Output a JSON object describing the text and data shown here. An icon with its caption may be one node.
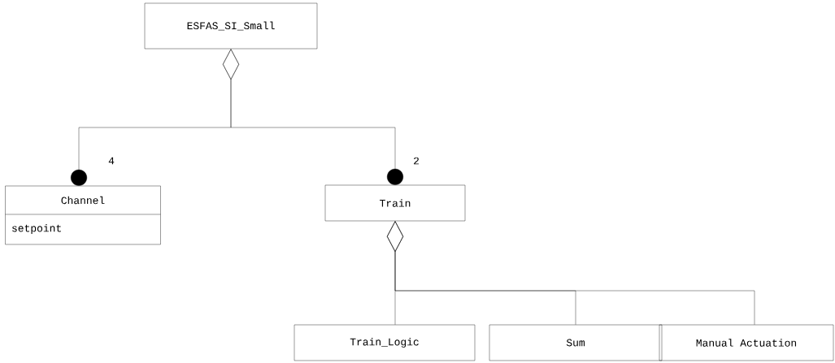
{
  "diagram": {
    "nodes": [
      {
        "text": [
          "ESFAS_SI_Small"
        ]
      },
      {
        "text": [
          "Channel",
          "setpoint"
        ]
      },
      {
        "text": [
          "Train"
        ]
      },
      {
        "text": [
          "Train_Logic"
        ]
      },
      {
        "text": [
          "Sum"
        ]
      },
      {
        "text": [
          "Manual Actuation"
        ]
      }
    ],
    "edges": [
      {
        "from": 0,
        "to": 1,
        "arrow": "other",
        "label": "4"
      },
      {
        "from": 0,
        "to": 2,
        "arrow": "other",
        "label": "2"
      },
      {
        "from": 2,
        "to": 3,
        "arrow": "other"
      },
      {
        "from": 2,
        "to": 4,
        "arrow": "other"
      },
      {
        "from": 2,
        "to": 5,
        "arrow": "other"
      }
    ]
  }
}
